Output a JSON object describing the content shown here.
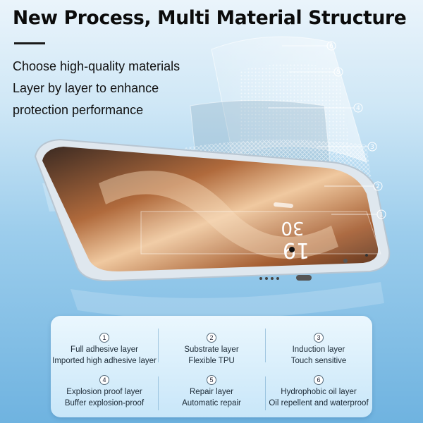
{
  "title": "New Process, Multi Material Structure",
  "description": [
    "Choose high-quality materials",
    "Layer by layer to enhance",
    "protection performance"
  ],
  "phone_screen": {
    "time_hour": "30",
    "time_min": "19"
  },
  "layer_markers": [
    "6",
    "5",
    "4",
    "3",
    "2",
    "1"
  ],
  "layers": [
    {
      "num": "1",
      "name": "Full adhesive layer",
      "detail": "Imported high adhesive layer"
    },
    {
      "num": "2",
      "name": "Substrate layer",
      "detail": "Flexible TPU"
    },
    {
      "num": "3",
      "name": "Induction layer",
      "detail": "Touch sensitive"
    },
    {
      "num": "4",
      "name": "Explosion proof layer",
      "detail": "Buffer explosion-proof"
    },
    {
      "num": "5",
      "name": "Repair layer",
      "detail": "Automatic repair"
    },
    {
      "num": "6",
      "name": "Hydrophobic oil layer",
      "detail": "Oil repellent and waterproof"
    }
  ],
  "colors": {
    "screen_warm": "#b06a3c",
    "screen_light": "#f0c9a0",
    "film_blue": "#7fbfe8",
    "marker_stroke": "#ffffff"
  }
}
